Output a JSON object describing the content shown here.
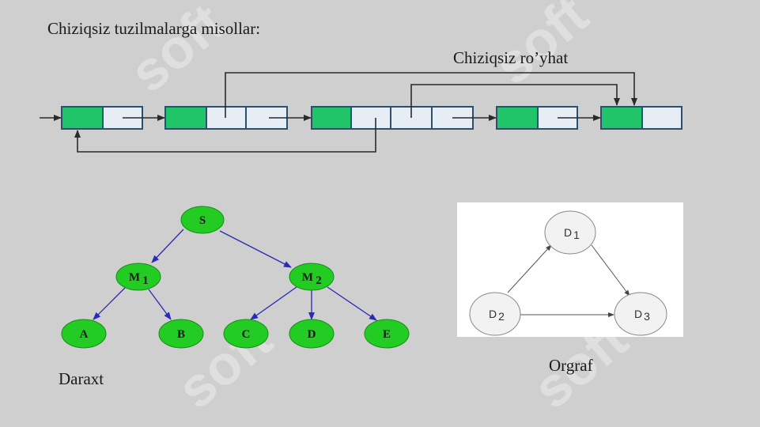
{
  "title": "Chiziqsiz tuzilmalarga misollar:",
  "list_caption": "Chiziqsiz ro’yhat",
  "tree_caption": "Daraxt",
  "digraph_caption": "Orgraf",
  "colors": {
    "background": "#cfcfcf",
    "node_fill": "#22cc22",
    "cell_green": "#22c46a",
    "cell_empty": "#e6edf4",
    "cell_border": "#2d4f6e",
    "tree_edge": "#2a2ab8",
    "digraph_node": "#f2f2f2"
  },
  "tree": {
    "root": "S",
    "m1": "M",
    "m1_sub": "1",
    "m2": "M",
    "m2_sub": "2",
    "leaves": [
      "A",
      "B",
      "C",
      "D",
      "E"
    ]
  },
  "digraph": {
    "d1": "D",
    "d1_sub": "1",
    "d2": "D",
    "d2_sub": "2",
    "d3": "D",
    "d3_sub": "3"
  },
  "watermark": "soft"
}
